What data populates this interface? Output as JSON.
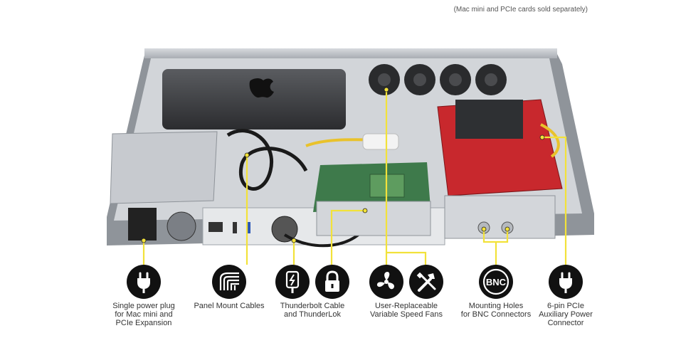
{
  "header": {
    "note": "(Mac mini and PCIe cards sold separately)"
  },
  "features": [
    {
      "id": "power",
      "caption_lines": [
        "Single power plug",
        "for Mac mini and",
        "PCIe Expansion"
      ],
      "icons": [
        "power-plug-icon"
      ]
    },
    {
      "id": "cables",
      "caption_lines": [
        "Panel Mount Cables"
      ],
      "icons": [
        "panel-cables-icon"
      ]
    },
    {
      "id": "thunderbolt",
      "caption_lines": [
        "Thunderbolt Cable",
        "and ThunderLok"
      ],
      "icons": [
        "thunderbolt-cable-icon",
        "padlock-icon"
      ]
    },
    {
      "id": "fans",
      "caption_lines": [
        "User-Replaceable",
        "Variable Speed Fans"
      ],
      "icons": [
        "fan-icon",
        "tools-icon"
      ]
    },
    {
      "id": "bnc",
      "caption_lines": [
        "Mounting Holes",
        "for BNC Connectors"
      ],
      "icons": [
        "bnc-icon"
      ],
      "icon_text": "BNC"
    },
    {
      "id": "pcie-power",
      "caption_lines": [
        "6-pin PCIe",
        "Auxiliary Power",
        "Connector"
      ],
      "icons": [
        "pcie-power-plug-icon"
      ]
    }
  ],
  "colors": {
    "leader": "#f2e23a",
    "pcb_red": "#c8282d",
    "chassis": "#b9bdc3",
    "icon_bg": "#111111"
  }
}
